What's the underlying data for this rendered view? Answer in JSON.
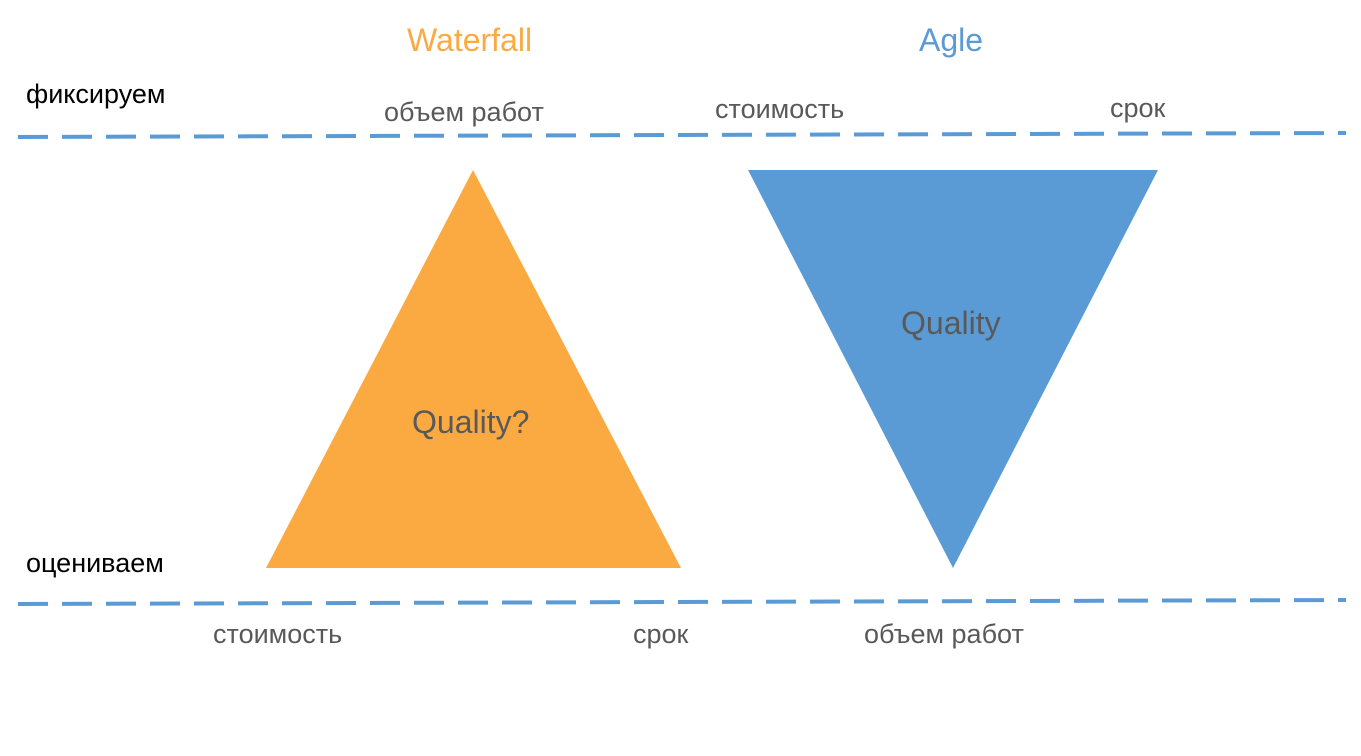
{
  "columns": {
    "waterfall": {
      "title": "Waterfall",
      "color": "#FBAA42"
    },
    "agile": {
      "title": "Agle",
      "color": "#5B9BD5"
    }
  },
  "rows": {
    "fixed": "фиксируем",
    "estimated": "оцениваем"
  },
  "line_color": "#5B9BD5",
  "waterfall": {
    "top_label": "объем работ",
    "center_label": "Quality?",
    "bottom_left_label": "стоимость",
    "bottom_right_label": "срок"
  },
  "agile": {
    "top_left_label": "стоимость",
    "top_right_label": "срок",
    "center_label": "Quality",
    "bottom_label": "объем работ"
  },
  "text_color": "#595959"
}
